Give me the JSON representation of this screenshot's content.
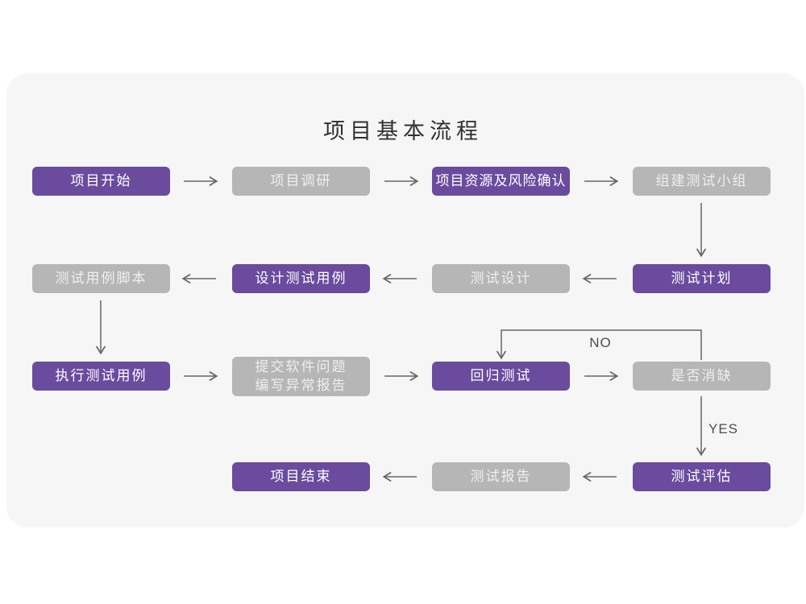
{
  "title": "项目基本流程",
  "colors": {
    "accent_purple": "#6a4b9e",
    "inactive_gray": "#b6b6b6",
    "card_background": "#f6f6f7",
    "arrow_line": "#666666"
  },
  "flowchart": {
    "nodes": [
      {
        "label": "项目开始",
        "style": "purple"
      },
      {
        "label": "项目调研",
        "style": "gray"
      },
      {
        "label": "项目资源及风险确认",
        "style": "purple"
      },
      {
        "label": "组建测试小组",
        "style": "gray"
      },
      {
        "label": "测试计划",
        "style": "purple"
      },
      {
        "label": "测试设计",
        "style": "gray"
      },
      {
        "label": "设计测试用例",
        "style": "purple"
      },
      {
        "label": "测试用例脚本",
        "style": "gray"
      },
      {
        "label": "执行测试用例",
        "style": "purple"
      },
      {
        "label": "提交软件问题\n编写异常报告",
        "style": "gray"
      },
      {
        "label": "回归测试",
        "style": "purple"
      },
      {
        "label": "是否消缺",
        "style": "gray"
      },
      {
        "label": "测试评估",
        "style": "purple"
      },
      {
        "label": "测试报告",
        "style": "gray"
      },
      {
        "label": "项目结束",
        "style": "purple"
      }
    ],
    "edge_labels": {
      "no": "NO",
      "yes": "YES"
    }
  }
}
